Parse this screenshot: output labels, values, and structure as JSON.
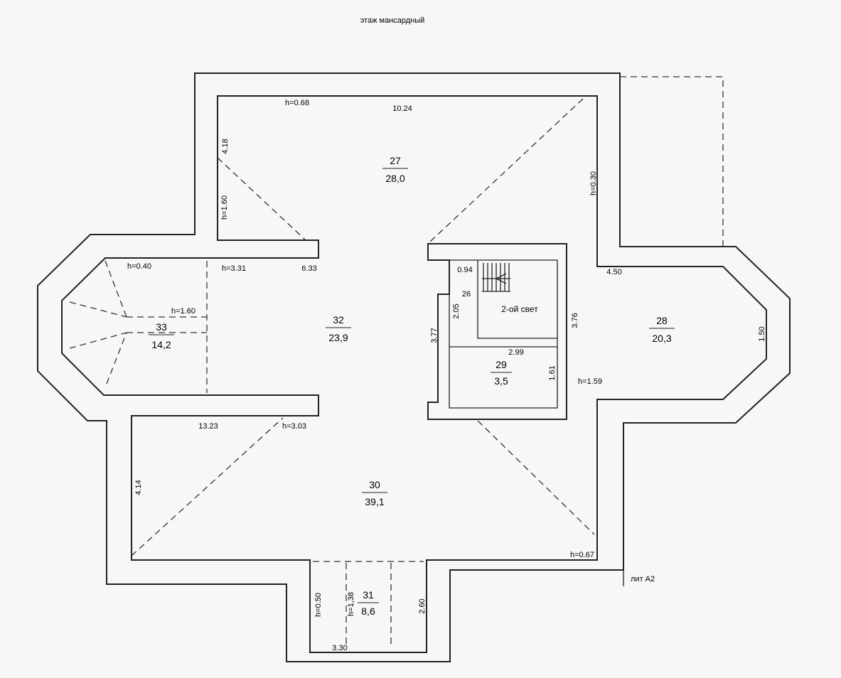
{
  "title": "этаж мансардный",
  "building_label": "лит А2",
  "rooms": [
    {
      "id": "27",
      "number": "27",
      "area": "28,0"
    },
    {
      "id": "28",
      "number": "28",
      "area": "20,3"
    },
    {
      "id": "29",
      "number": "29",
      "area": "3,5"
    },
    {
      "id": "30",
      "number": "30",
      "area": "39,1"
    },
    {
      "id": "31",
      "number": "31",
      "area": "8,6"
    },
    {
      "id": "32",
      "number": "32",
      "area": "23,9"
    },
    {
      "id": "33",
      "number": "33",
      "area": "14,2"
    }
  ],
  "stair_label": "2-ой свет",
  "dimensions": {
    "d_h068": "h=0.68",
    "d_1024": "10.24",
    "d_418": "4.18",
    "d_h160v": "h=1.60",
    "d_030": "h=0.30",
    "d_h040": "h=0.40",
    "d_h331": "h=3.31",
    "d_633": "6.33",
    "d_h160h": "h=1.60",
    "d_094": "0.94",
    "d_26": "26",
    "d_205": "2.05",
    "d_377": "3.77",
    "d_376": "3.76",
    "d_450": "4.50",
    "d_150": "1.50",
    "d_299": "2.99",
    "d_161": "1.61",
    "d_h159": "h=1.59",
    "d_1323": "13.23",
    "d_h303": "h=3.03",
    "d_414": "4.14",
    "d_h067": "h=0.67",
    "d_050": "h=0.50",
    "d_h138": "h=1,38",
    "d_260": "2.60",
    "d_330": "3.30"
  }
}
